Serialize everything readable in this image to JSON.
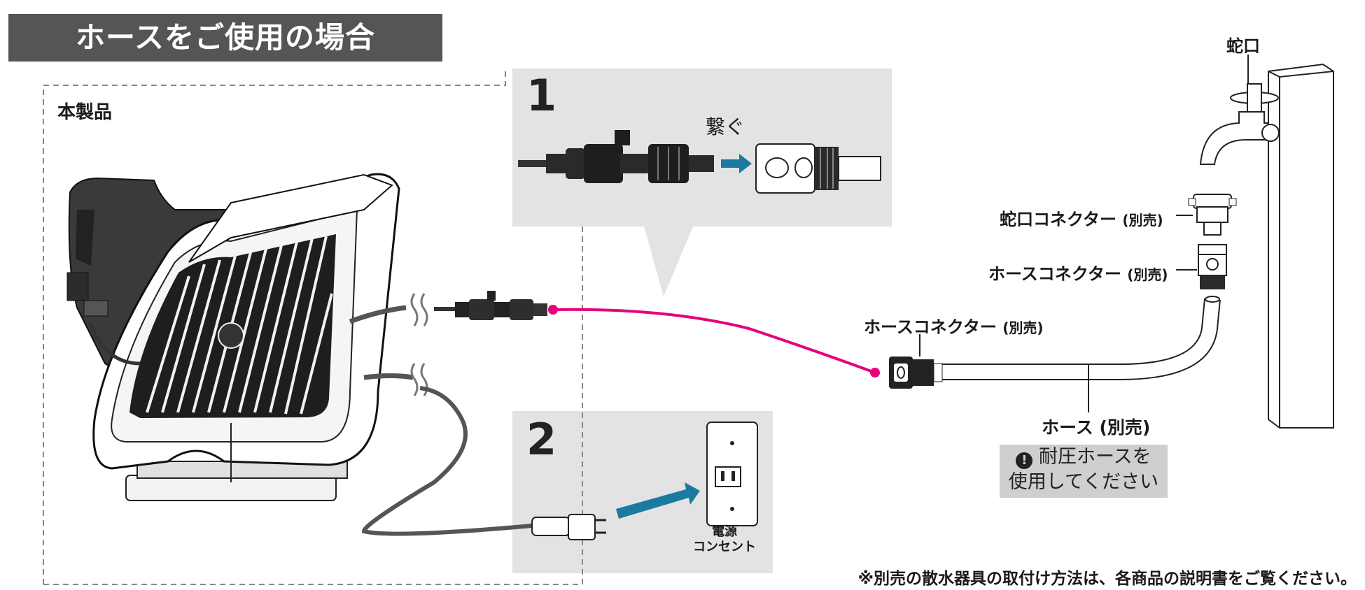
{
  "title": "ホースをご使用の場合",
  "product_label": "本製品",
  "step1": {
    "number": "1",
    "action": "繋ぐ"
  },
  "step2": {
    "number": "2",
    "outlet_label_line1": "電源",
    "outlet_label_line2": "コンセント"
  },
  "faucet_label": "蛇口",
  "faucet_connector": {
    "name": "蛇口コネクター",
    "note": "(別売)"
  },
  "hose_connector_top": {
    "name": "ホースコネクター",
    "note": "(別売)"
  },
  "hose_connector_mid": {
    "name": "ホースコネクター",
    "note": "(別売)"
  },
  "hose_label": "ホース (別売)",
  "warning": {
    "icon": "exclamation-circle-icon",
    "line1": "耐圧ホースを",
    "line2": "使用してください"
  },
  "footnote": "※別売の散水器具の取付け方法は、各商品の説明書をご覧ください。",
  "colors": {
    "accent_line": "#e6007e",
    "arrow_blue": "#1b7aa0",
    "title_bg": "#555555",
    "panel_bg": "#e3e3e4"
  }
}
